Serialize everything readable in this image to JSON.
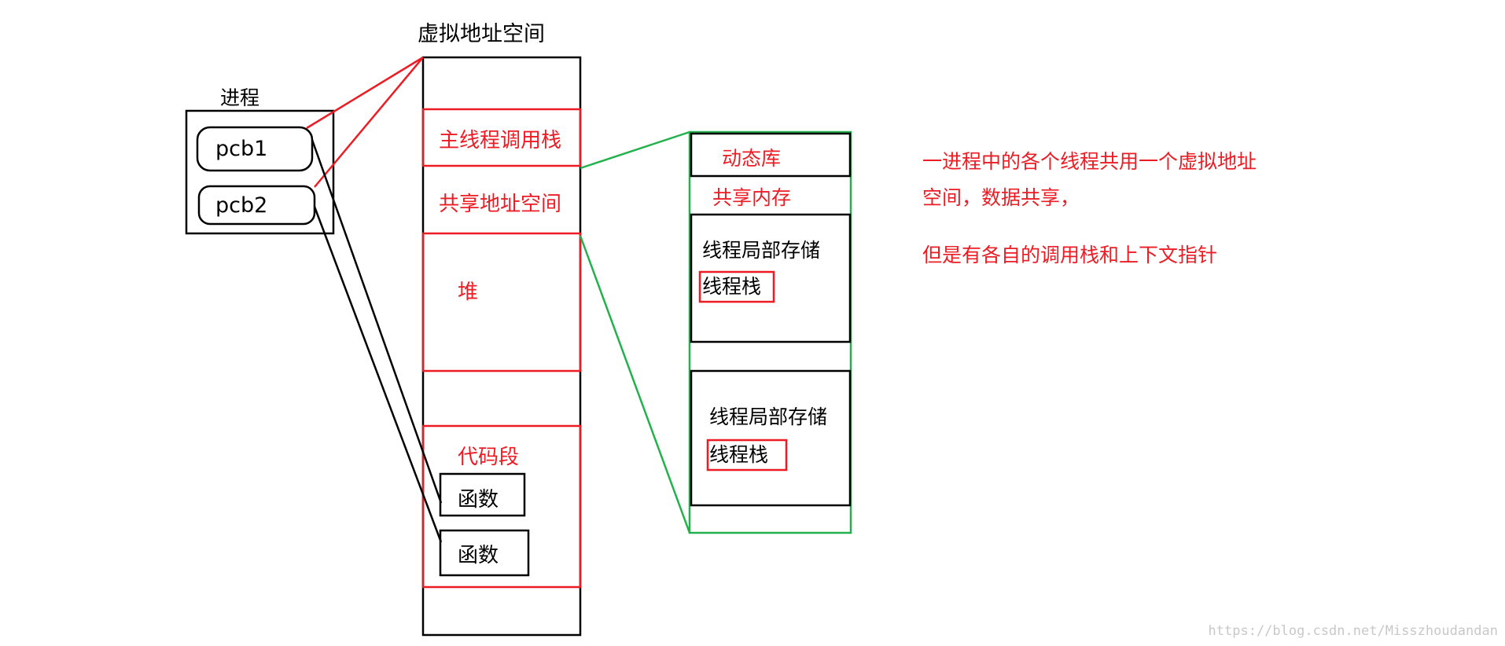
{
  "labels": {
    "address_space_title": "虚拟地址空间",
    "process_title": "进程",
    "pcb1": "pcb1",
    "pcb2": "pcb2",
    "main_stack": "主线程调用栈",
    "shared_space": "共享地址空间",
    "heap": "堆",
    "code_segment": "代码段",
    "func1": "函数",
    "func2": "函数",
    "dynamic_lib": "动态库",
    "shared_memory": "共享内存",
    "tls1": "线程局部存储",
    "thread_stack1": "线程栈",
    "tls2": "线程局部存储",
    "thread_stack2": "线程栈"
  },
  "notes": {
    "line1": "一进程中的各个线程共用一个虚拟地址",
    "line2": "空间，数据共享，",
    "line3": "但是有各自的调用栈和上下文指针"
  },
  "watermark": "https://blog.csdn.net/Misszhoudandan",
  "colors": {
    "black": "#000000",
    "red": "#ed1c24",
    "green": "#22b14c",
    "watermark": "#c8c8c8"
  }
}
